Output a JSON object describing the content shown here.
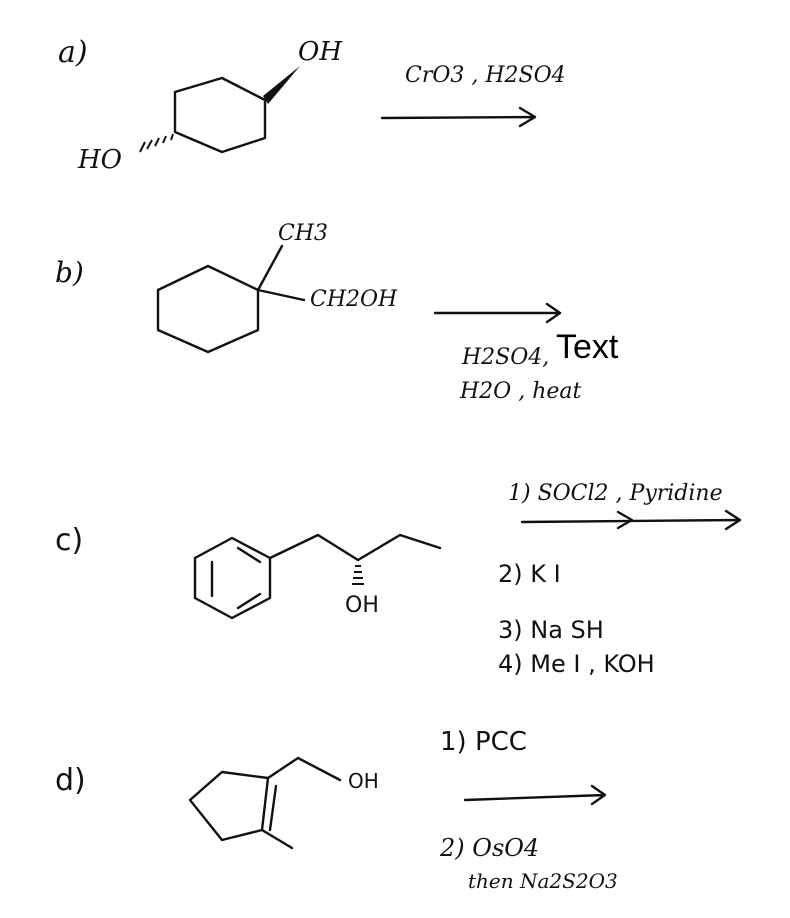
{
  "problems": [
    {
      "label": "a)",
      "substituents": {
        "top": "OH",
        "bottom": "HO"
      },
      "reagents": [
        "CrO3 , H2SO4"
      ]
    },
    {
      "label": "b)",
      "substituents": {
        "methyl": "CH3",
        "hydroxymethyl": "CH2OH"
      },
      "reagents": [
        "H2SO4,",
        "H2O , heat"
      ],
      "overlay_text": "Text"
    },
    {
      "label": "c)",
      "substituents": {
        "hydroxyl": "OH"
      },
      "reagents": [
        "1) SOCl2 , Pyridine",
        "2)  K I",
        "3)  Na SH",
        "4)  Me I , KOH"
      ]
    },
    {
      "label": "d)",
      "substituents": {
        "hydroxyl": "OH"
      },
      "reagents": [
        "1) PCC",
        "2)  OsO4",
        "then Na2S2O3"
      ]
    }
  ]
}
